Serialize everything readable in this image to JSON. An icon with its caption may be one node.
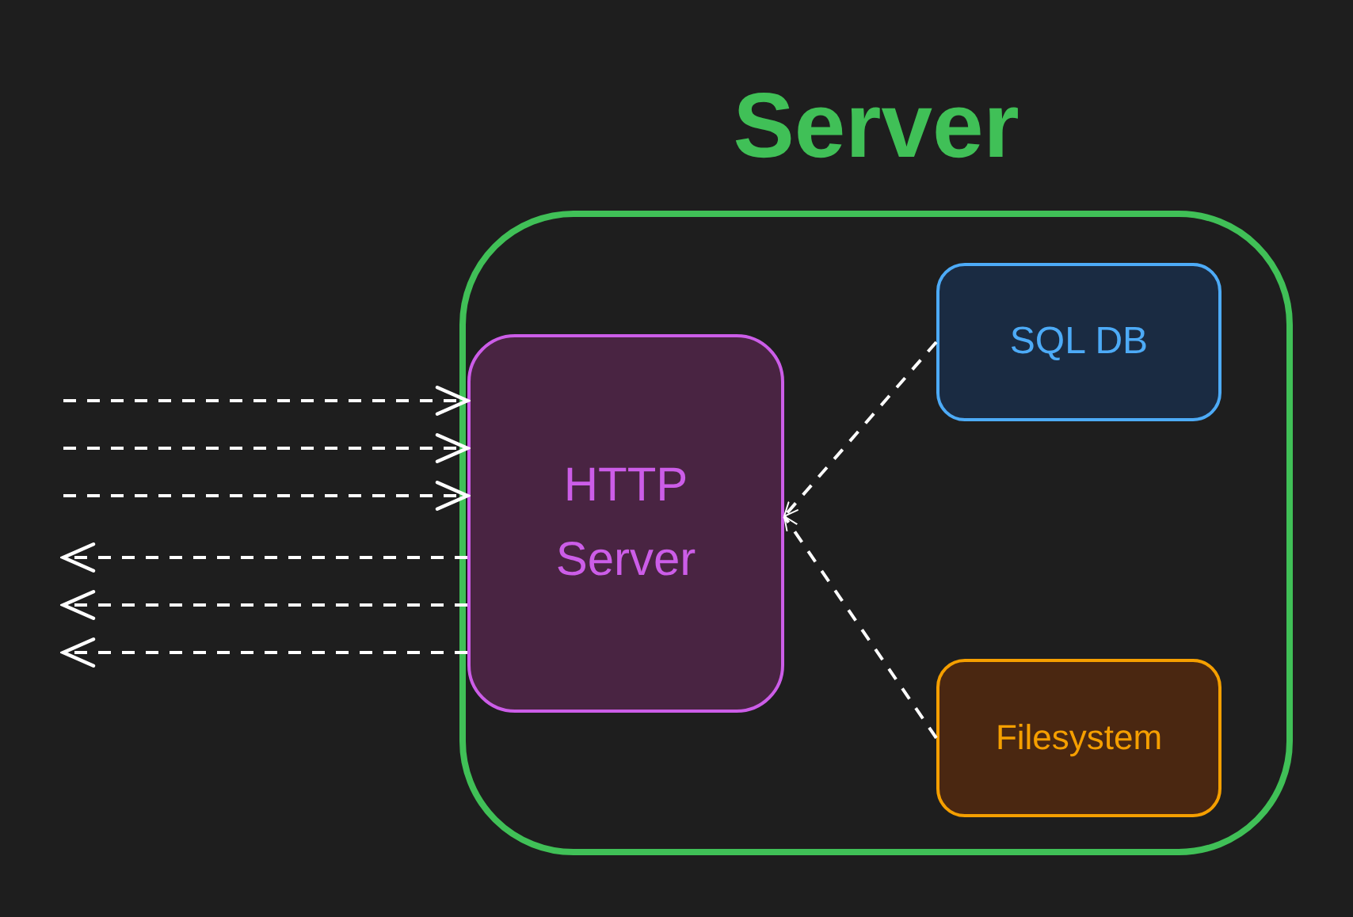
{
  "diagram": {
    "nodes": [
      {
        "text": [
          "Server"
        ]
      },
      {
        "text": [
          "HTTP Server"
        ],
        "in": 0
      },
      {
        "text": [
          "SQL DB"
        ],
        "in": 0
      },
      {
        "text": [
          "Filesystem"
        ],
        "in": 0
      }
    ],
    "edges": [
      {
        "from": null,
        "to": 1,
        "arrow": "to",
        "style": "dashed"
      },
      {
        "from": null,
        "to": 1,
        "arrow": "to",
        "style": "dashed"
      },
      {
        "from": null,
        "to": 1,
        "arrow": "to",
        "style": "dashed"
      },
      {
        "from": 1,
        "to": null,
        "arrow": "to",
        "style": "dashed"
      },
      {
        "from": 1,
        "to": null,
        "arrow": "to",
        "style": "dashed"
      },
      {
        "from": 1,
        "to": null,
        "arrow": "to",
        "style": "dashed"
      },
      {
        "from": 2,
        "to": 1,
        "arrow": "to",
        "style": "dashed"
      },
      {
        "from": 3,
        "to": 1,
        "arrow": "to",
        "style": "dashed"
      }
    ]
  }
}
